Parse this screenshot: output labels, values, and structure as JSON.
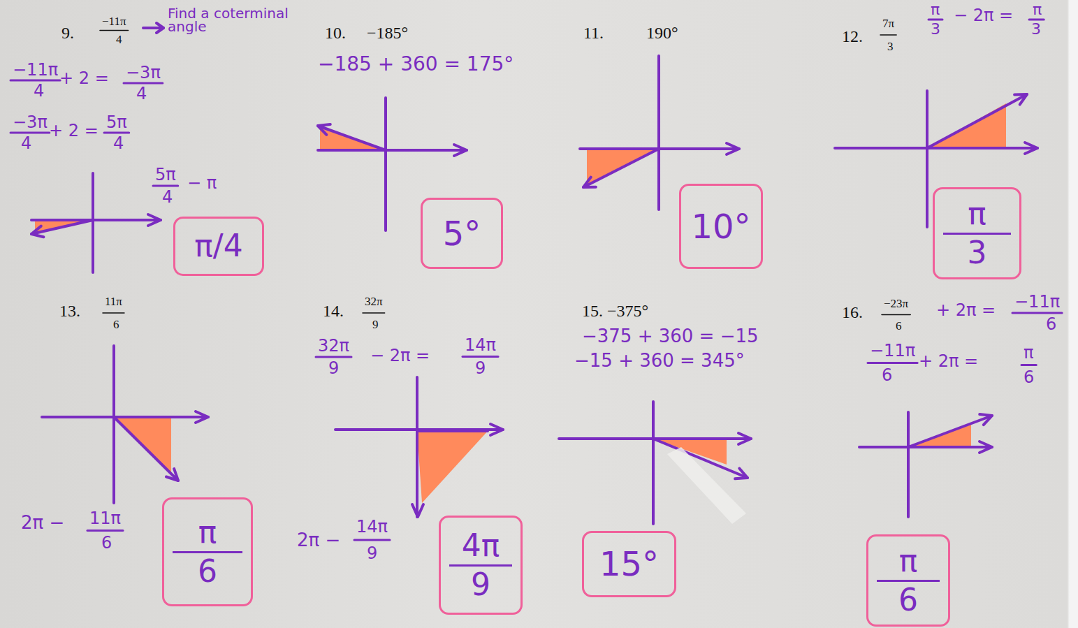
{
  "diagram": {
    "nodes": [
      {
        "text": [
          "π/4"
        ]
      },
      {
        "text": [
          "5°"
        ]
      },
      {
        "text": [
          "10°"
        ]
      },
      {
        "text": [
          "π",
          "3"
        ]
      },
      {
        "text": [
          "π",
          "6"
        ]
      },
      {
        "text": [
          "4π",
          "9"
        ]
      },
      {
        "text": [
          "15°"
        ]
      },
      {
        "text": [
          "π",
          "6"
        ]
      }
    ],
    "labels": [
      "9.",
      "−11π",
      "4",
      "Find a coterminal angle",
      "−11π",
      "4",
      "+ 2 =",
      "−3π",
      "4",
      "−3π",
      "4",
      "+ 2 =",
      "5π",
      "4",
      "5π",
      "4",
      "− π",
      "10.",
      "−185°",
      "−185 + 360 = 175°",
      "11.",
      "190°",
      "12.",
      "7π",
      "3",
      "π",
      "3",
      "− 2π =",
      "π",
      "3",
      "13.",
      "11π",
      "6",
      "2π −",
      "11π",
      "6",
      "14.",
      "32π",
      "9",
      "32π",
      "9",
      "− 2π =",
      "14π",
      "9",
      "2π −",
      "14π",
      "9",
      "15. −375°",
      "−375 + 360 = −15",
      "−15 + 360 = 345°",
      "16.",
      "−23π",
      "6",
      "+ 2π =",
      "−11π",
      "6",
      "−11π",
      "6",
      "+ 2π =",
      "π",
      "6"
    ]
  }
}
